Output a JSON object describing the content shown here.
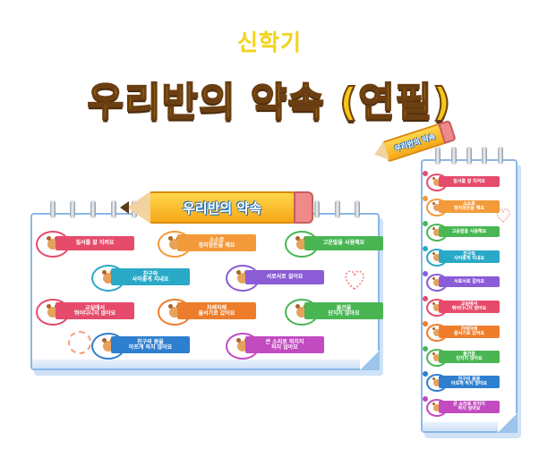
{
  "header": {
    "subtitle": "신학기",
    "title": "우리반의 약속 (연필)"
  },
  "colors": {
    "red": "#e64b6c",
    "orange": "#f39a3a",
    "green": "#49b653",
    "teal": "#2aa9c7",
    "purple": "#8a5cd6",
    "orange2": "#ee7d2b",
    "blue": "#2f7fd0",
    "magenta": "#c24bc0"
  },
  "main": {
    "pencil_title": "우리반의 약속",
    "items": [
      {
        "text": "질서를 잘 지켜요",
        "color": "#e64b6c"
      },
      {
        "text": "소소로\n정리정돈을 해요",
        "color": "#f39a3a"
      },
      {
        "text": "고운말을 사용해요",
        "color": "#49b653"
      },
      {
        "text": "친구와\n사이좋게 지내요",
        "color": "#2aa9c7"
      },
      {
        "text": "서로서로 걸어요",
        "color": "#8a5cd6"
      },
      {
        "text": "교실에서\n뛰어다니지 않아요",
        "color": "#e64b6c"
      },
      {
        "text": "차례차례\n줄서기로 갔어요",
        "color": "#ee7d2b"
      },
      {
        "text": "물건을\n단지지 않아요",
        "color": "#49b653"
      },
      {
        "text": "친구의 몸을\n아프게 하지 않아요",
        "color": "#2f7fd0"
      },
      {
        "text": "큰 소리로 외치지\n하지 않아요",
        "color": "#c24bc0"
      }
    ]
  },
  "side": {
    "pencil_title": "우리반의 약속",
    "items": [
      {
        "text": "질서를 잘 지켜요",
        "color": "#e64b6c"
      },
      {
        "text": "소소로\n정리정돈을 해요",
        "color": "#f39a3a"
      },
      {
        "text": "고운말을 사용해요",
        "color": "#49b653"
      },
      {
        "text": "친구와\n사이좋게 지내요",
        "color": "#2aa9c7"
      },
      {
        "text": "서로서로 걸어요",
        "color": "#8a5cd6"
      },
      {
        "text": "교실에서\n뛰어다니지 않아요",
        "color": "#e64b6c"
      },
      {
        "text": "차례차례\n줄서기로 갔어요",
        "color": "#ee7d2b"
      },
      {
        "text": "물건을\n단지지 않아요",
        "color": "#49b653"
      },
      {
        "text": "친구의 몸을\n아프게 하지 않아요",
        "color": "#2f7fd0"
      },
      {
        "text": "큰 소리로 외치지\n하지 않아요",
        "color": "#c24bc0"
      }
    ]
  }
}
